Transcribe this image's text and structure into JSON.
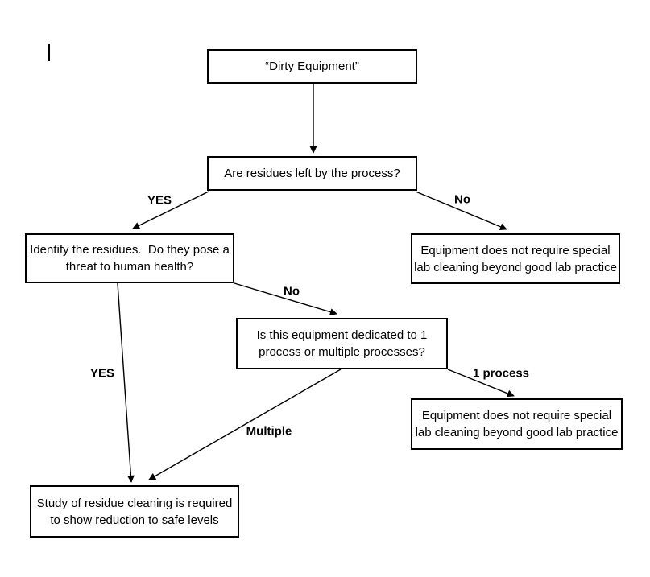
{
  "flowchart": {
    "nodes": {
      "dirty_equipment": {
        "text": "“Dirty Equipment”"
      },
      "residues_question": {
        "text": "Are residues left by the process?"
      },
      "identify_residues": {
        "text": "Identify the residues.  Do they pose a\nthreat to human health?"
      },
      "no_special_cleaning_top": {
        "text": "Equipment does not require special\nlab cleaning beyond good lab practice"
      },
      "dedicated_question": {
        "text": "Is this equipment dedicated to 1\nprocess or multiple processes?"
      },
      "no_special_cleaning_bottom": {
        "text": "Equipment does not require special\nlab cleaning beyond good lab practice"
      },
      "study_required": {
        "text": "Study of residue cleaning is required\nto show reduction to safe levels"
      }
    },
    "edge_labels": {
      "yes_residues": "YES",
      "no_residues": "No",
      "no_threat": "No",
      "yes_threat": "YES",
      "one_process": "1 process",
      "multiple": "Multiple"
    },
    "colors": {
      "line": "#000000",
      "text": "#000000",
      "background": "#ffffff"
    }
  }
}
